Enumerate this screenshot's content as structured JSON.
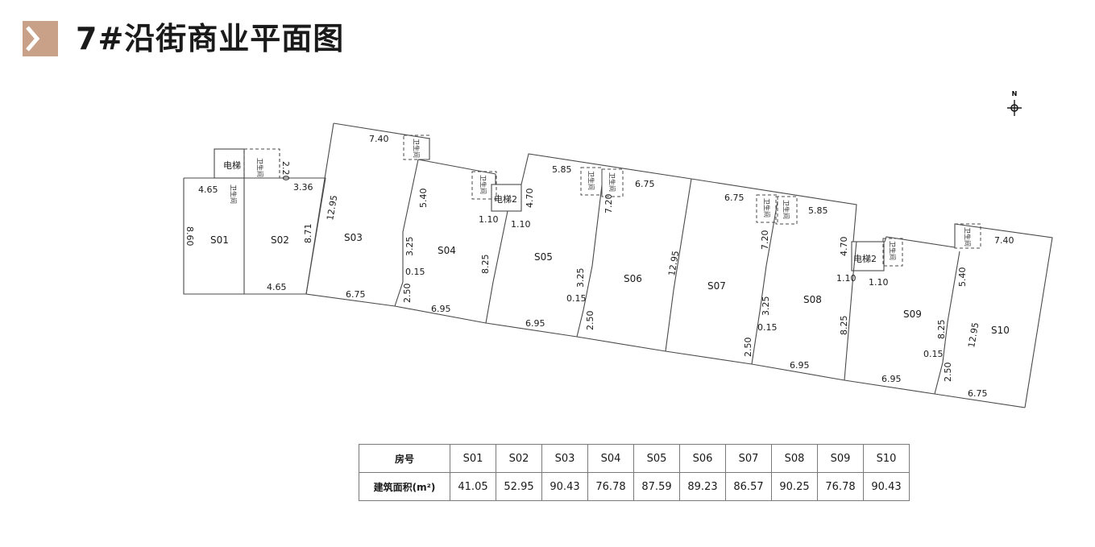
{
  "header": {
    "title": "7#沿街商业平面图",
    "accent_color": "#c9a088",
    "icon": "chevron-right-icon"
  },
  "compass": {
    "label": "N",
    "icon": "north-arrow-icon"
  },
  "plan": {
    "units": [
      {
        "id": "S01",
        "label": "S01"
      },
      {
        "id": "S02",
        "label": "S02"
      },
      {
        "id": "S03",
        "label": "S03"
      },
      {
        "id": "S04",
        "label": "S04"
      },
      {
        "id": "S05",
        "label": "S05"
      },
      {
        "id": "S06",
        "label": "S06"
      },
      {
        "id": "S07",
        "label": "S07"
      },
      {
        "id": "S08",
        "label": "S08"
      },
      {
        "id": "S09",
        "label": "S09"
      },
      {
        "id": "S10",
        "label": "S10"
      }
    ],
    "rooms": {
      "elevator": "电梯",
      "elevator2": "电梯2",
      "restroom": "卫生间"
    },
    "dimensions": {
      "d_740": "7.40",
      "d_220": "2.20",
      "d_465": "4.65",
      "d_336": "3.36",
      "d_860": "8.60",
      "d_871": "8.71",
      "d_1295": "12.95",
      "d_540": "5.40",
      "d_325": "3.25",
      "d_015": "0.15",
      "d_250": "2.50",
      "d_675": "6.75",
      "d_695": "6.95",
      "d_825": "8.25",
      "d_110": "1.10",
      "d_470": "4.70",
      "d_585": "5.85",
      "d_720": "7.20"
    }
  },
  "area_table": {
    "header_label": "房号",
    "row_label": "建筑面积(m²)",
    "columns": [
      "S01",
      "S02",
      "S03",
      "S04",
      "S05",
      "S06",
      "S07",
      "S08",
      "S09",
      "S10"
    ],
    "values": [
      "41.05",
      "52.95",
      "90.43",
      "76.78",
      "87.59",
      "89.23",
      "86.57",
      "90.25",
      "76.78",
      "90.43"
    ]
  }
}
